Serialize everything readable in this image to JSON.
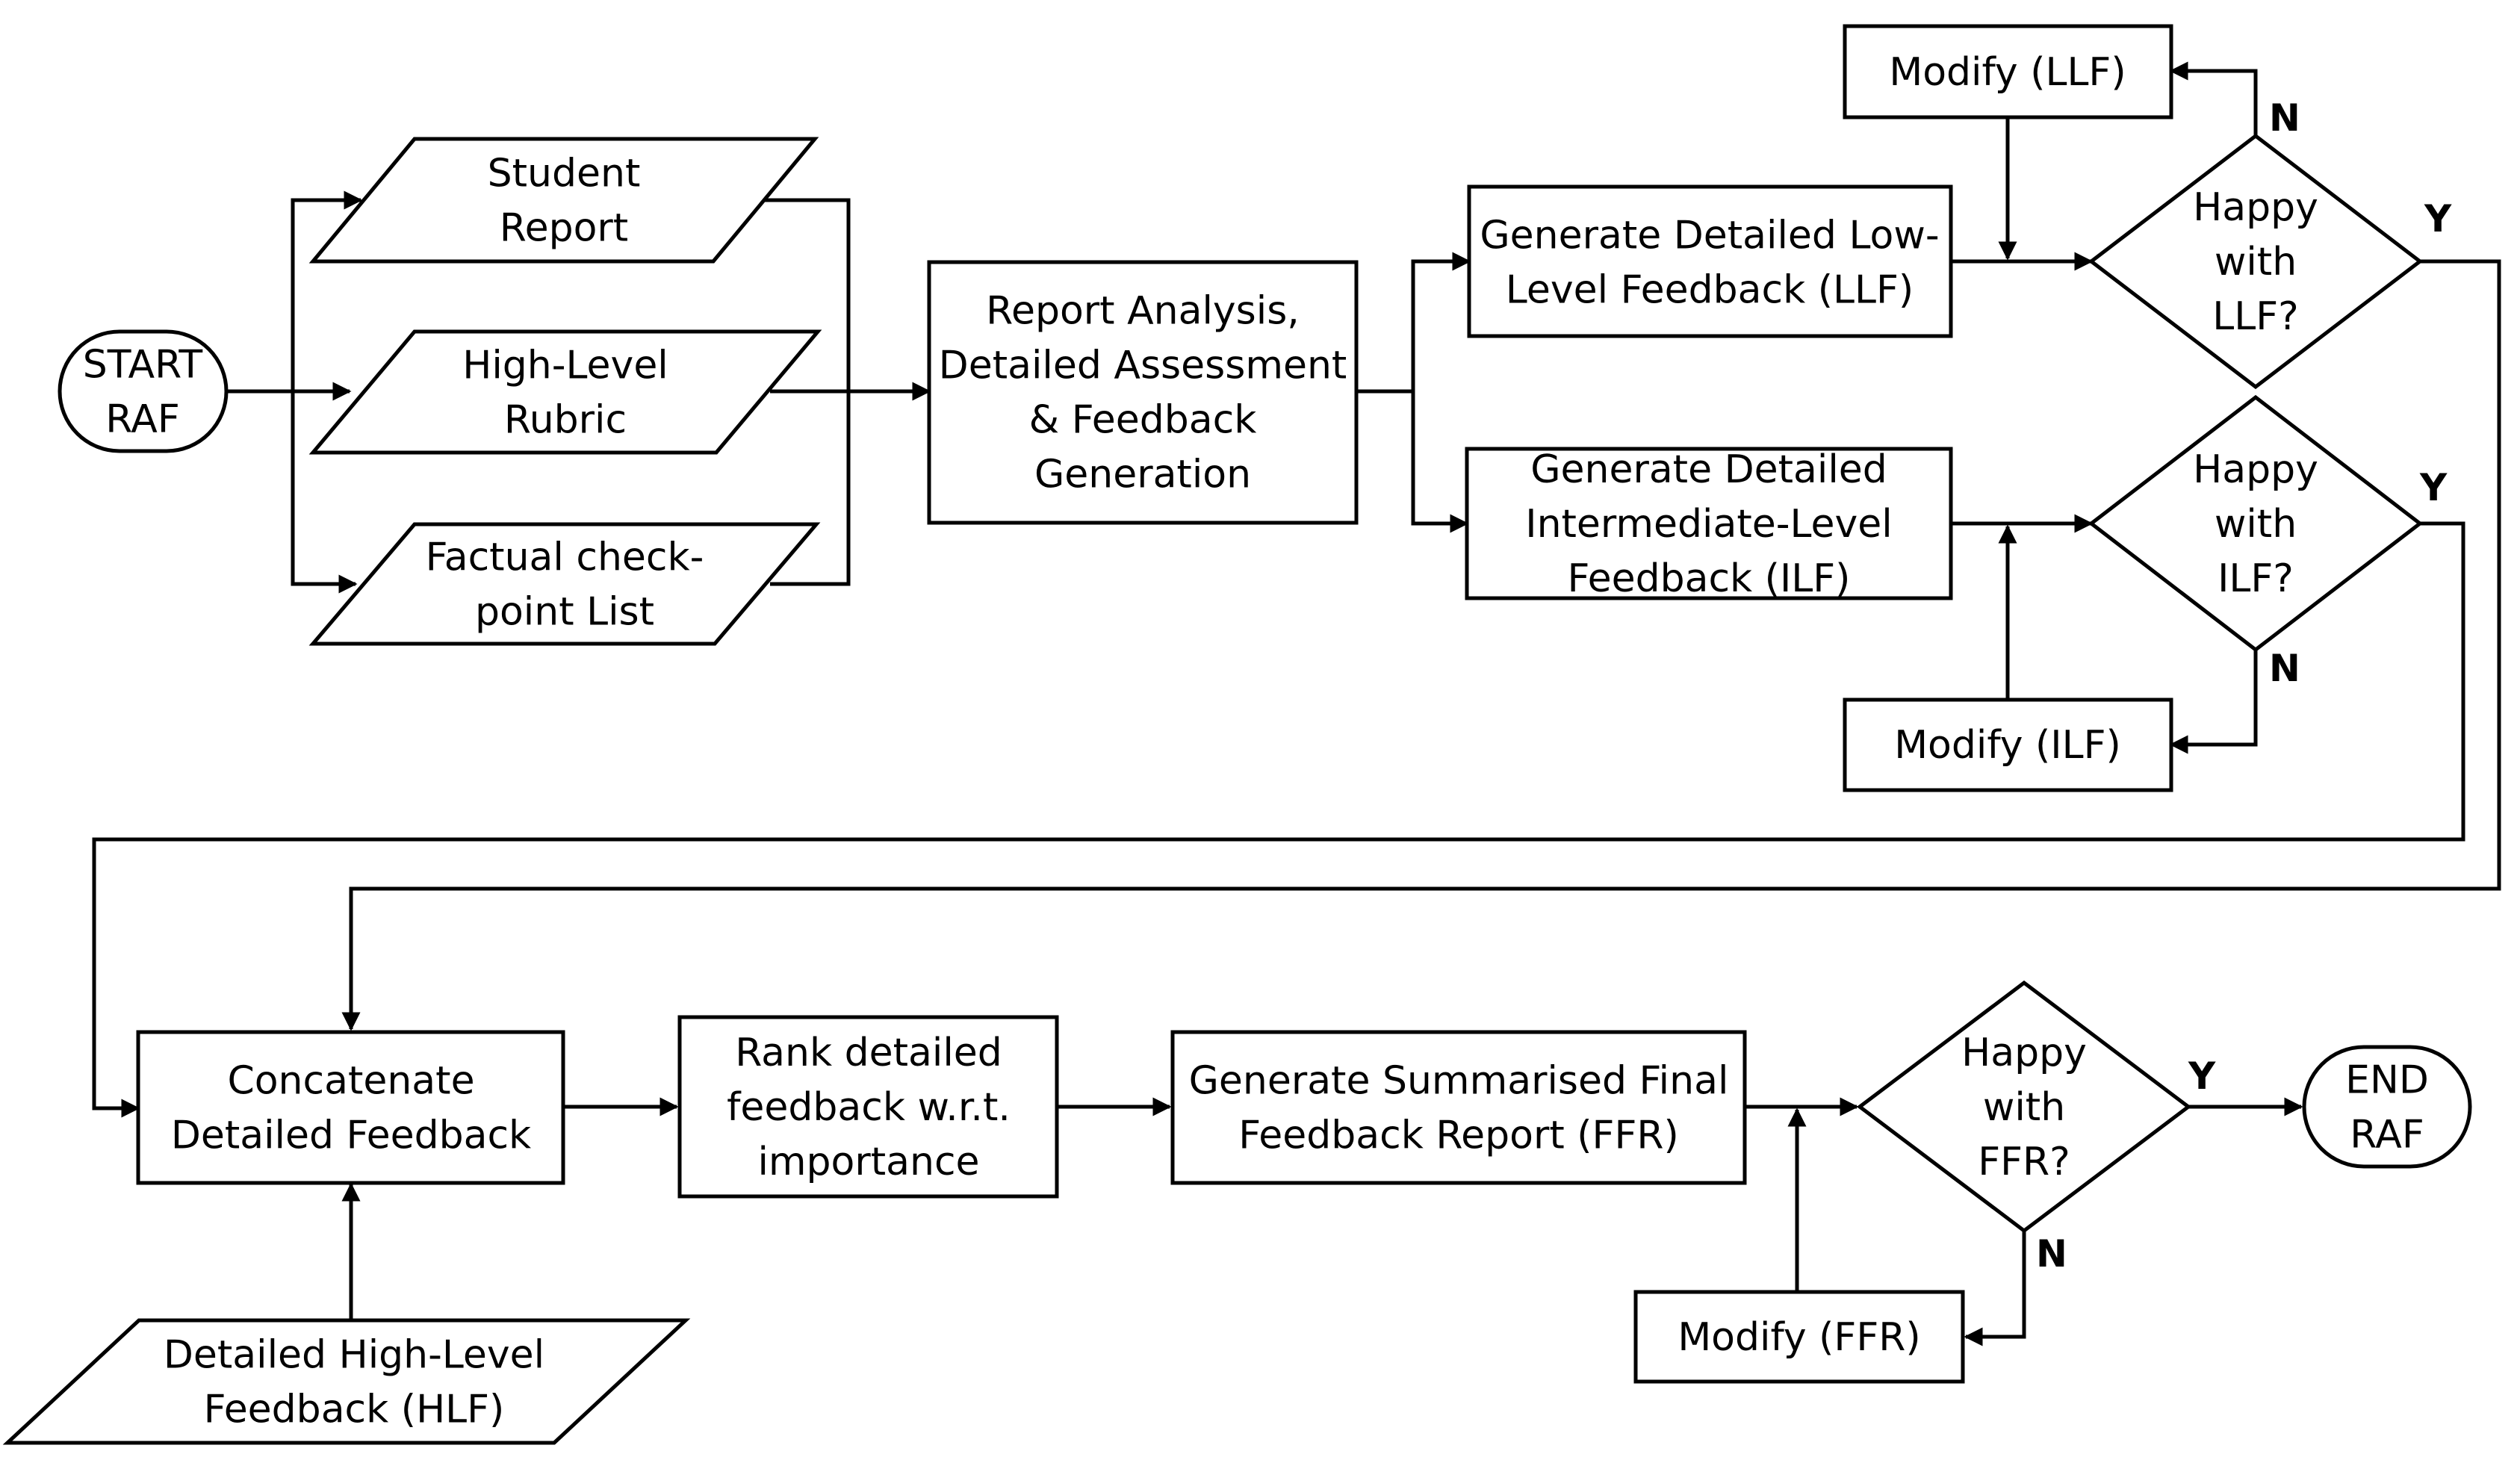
{
  "nodes": {
    "start": [
      "START",
      "RAF"
    ],
    "student_report": [
      "Student",
      "Report"
    ],
    "rubric": [
      "High-Level",
      "Rubric"
    ],
    "checklist": [
      "Factual check-",
      "point List"
    ],
    "analysis": [
      "Report Analysis,",
      "Detailed Assessment",
      "& Feedback",
      "Generation"
    ],
    "gen_llf": [
      "Generate Detailed Low-",
      "Level Feedback (LLF)"
    ],
    "gen_ilf": [
      "Generate Detailed",
      "Intermediate-Level",
      "Feedback (ILF)"
    ],
    "happy_llf": [
      "Happy",
      "with",
      "LLF?"
    ],
    "happy_ilf": [
      "Happy",
      "with",
      "ILF?"
    ],
    "modify_llf": [
      "Modify (LLF)"
    ],
    "modify_ilf": [
      "Modify (ILF)"
    ],
    "concat": [
      "Concatenate",
      "Detailed Feedback"
    ],
    "hlf": [
      "Detailed High-Level",
      "Feedback (HLF)"
    ],
    "rank": [
      "Rank detailed",
      "feedback w.r.t.",
      "importance"
    ],
    "gen_ffr": [
      "Generate Summarised Final",
      "Feedback Report (FFR)"
    ],
    "happy_ffr": [
      "Happy",
      "with",
      "FFR?"
    ],
    "modify_ffr": [
      "Modify (FFR)"
    ],
    "end": [
      "END",
      "RAF"
    ]
  },
  "branch_labels": {
    "llf_yes": "Y",
    "llf_no": "N",
    "ilf_yes": "Y",
    "ilf_no": "N",
    "ffr_yes": "Y",
    "ffr_no": "N"
  }
}
